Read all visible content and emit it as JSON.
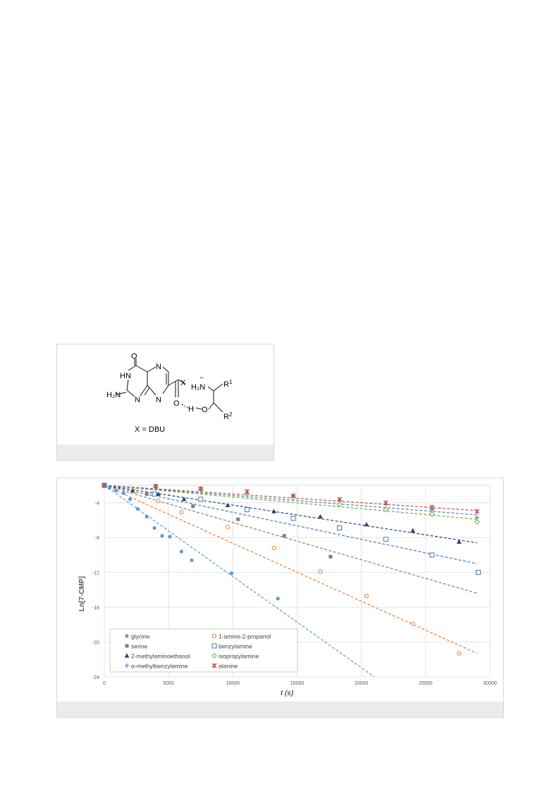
{
  "scheme": {
    "caption": "X = DBU",
    "labels": {
      "oxygen_top": "O",
      "hn": "HN",
      "n_top": "N",
      "n_ring1": "N",
      "n_ring2": "N",
      "h2n": "H₂N",
      "x": "X",
      "carbonyl_o": "O",
      "h_bond": "H",
      "hydroxyl_o": "O",
      "amine": "H₂N",
      "lone_pair": "¨",
      "r1": "R",
      "r1_sup": "1",
      "r2": "R",
      "r2_sup": "2"
    }
  },
  "chart_data": {
    "type": "scatter",
    "xlabel": "t (s)",
    "ylabel": "Ln[7-CMP]",
    "xlim": [
      0,
      30000
    ],
    "ylim": [
      -24,
      -2
    ],
    "xticks": [
      0,
      5000,
      10000,
      15000,
      20000,
      25000,
      30000
    ],
    "yticks": [
      -4,
      -8,
      -12,
      -16,
      -20,
      -24
    ],
    "grid": true,
    "legend_position": "bottom-left inside plot",
    "series": [
      {
        "name": "glycine",
        "color": "#5b9bd5",
        "marker": "circle-filled",
        "x": [
          0,
          400,
          900,
          1500,
          2000,
          2600,
          3300,
          3900,
          4500,
          5100,
          6000,
          6800,
          9900,
          13500
        ],
        "y": [
          -2.1,
          -2.3,
          -2.6,
          -2.9,
          -3.6,
          -4.7,
          -5.6,
          -6.9,
          -7.8,
          -7.9,
          -9.6,
          -10.6,
          -12.1,
          -15.0
        ],
        "fit": [
          [
            0,
            -2.0
          ],
          [
            21000,
            -24.0
          ]
        ]
      },
      {
        "name": "1-amino-2-propanol",
        "color": "#ed7d31",
        "marker": "circle-open",
        "x": [
          0,
          2400,
          4200,
          6000,
          9600,
          13200,
          16800,
          20400,
          24000,
          27600
        ],
        "y": [
          -2.0,
          -2.7,
          -3.8,
          -5.1,
          -6.8,
          -9.2,
          -11.9,
          -14.7,
          -17.9,
          -21.3
        ],
        "fit": [
          [
            0,
            -2.0
          ],
          [
            29000,
            -21.3
          ]
        ]
      },
      {
        "name": "serine",
        "color": "#7f7f7f",
        "marker": "square-filled",
        "x": [
          0,
          3300,
          6900,
          10400,
          14000,
          17600
        ],
        "y": [
          -2.0,
          -3.0,
          -4.4,
          -5.9,
          -7.8,
          -10.2
        ],
        "fit": [
          [
            0,
            -2.0
          ],
          [
            29000,
            -14.4
          ]
        ]
      },
      {
        "name": "benzylamine",
        "color": "#4472c4",
        "marker": "square-open",
        "x": [
          0,
          3900,
          7500,
          11100,
          14700,
          18300,
          21900,
          25500,
          29100
        ],
        "y": [
          -2.0,
          -3.0,
          -3.6,
          -4.8,
          -5.8,
          -6.9,
          -8.2,
          -10.0,
          -12.0
        ],
        "fit": [
          [
            0,
            -2.0
          ],
          [
            29000,
            -11.0
          ]
        ]
      },
      {
        "name": "2-methylaminoethanol",
        "color": "#264478",
        "marker": "triangle-filled",
        "x": [
          0,
          2200,
          4200,
          6200,
          9600,
          13200,
          16800,
          20400,
          24000,
          27600
        ],
        "y": [
          -2.0,
          -2.6,
          -3.0,
          -3.6,
          -4.3,
          -5.0,
          -5.6,
          -6.5,
          -7.2,
          -8.5
        ],
        "fit": [
          [
            0,
            -2.0
          ],
          [
            29000,
            -8.6
          ]
        ]
      },
      {
        "name": "isopropylamine",
        "color": "#70ad47",
        "marker": "diamond-open",
        "x": [
          0,
          4000,
          7500,
          11100,
          14700,
          18300,
          21900,
          25500,
          29000
        ],
        "y": [
          -2.0,
          -2.1,
          -2.4,
          -3.0,
          -3.4,
          -4.2,
          -4.8,
          -5.3,
          -6.2
        ],
        "fit": [
          [
            0,
            -2.0
          ],
          [
            29000,
            -5.9
          ]
        ]
      },
      {
        "name": "α-methylbenzylamine",
        "color": "#5a7fc0",
        "marker": "plus",
        "x": [
          0,
          4000,
          7500,
          11100,
          14700,
          18300,
          21900,
          25500,
          29000
        ],
        "y": [
          -2.0,
          -2.2,
          -2.5,
          -2.9,
          -3.2,
          -3.7,
          -4.2,
          -4.8,
          -5.7
        ],
        "fit": [
          [
            0,
            -2.0
          ],
          [
            29000,
            -5.4
          ]
        ]
      },
      {
        "name": "alanine",
        "color": "#c0504d",
        "marker": "star-x",
        "x": [
          0,
          4000,
          7500,
          11100,
          14700,
          18300,
          21900,
          25500,
          29000
        ],
        "y": [
          -2.0,
          -2.1,
          -2.4,
          -2.7,
          -3.2,
          -3.6,
          -4.0,
          -4.5,
          -5.0
        ],
        "fit": [
          [
            0,
            -2.0
          ],
          [
            29000,
            -4.9
          ]
        ]
      }
    ]
  }
}
